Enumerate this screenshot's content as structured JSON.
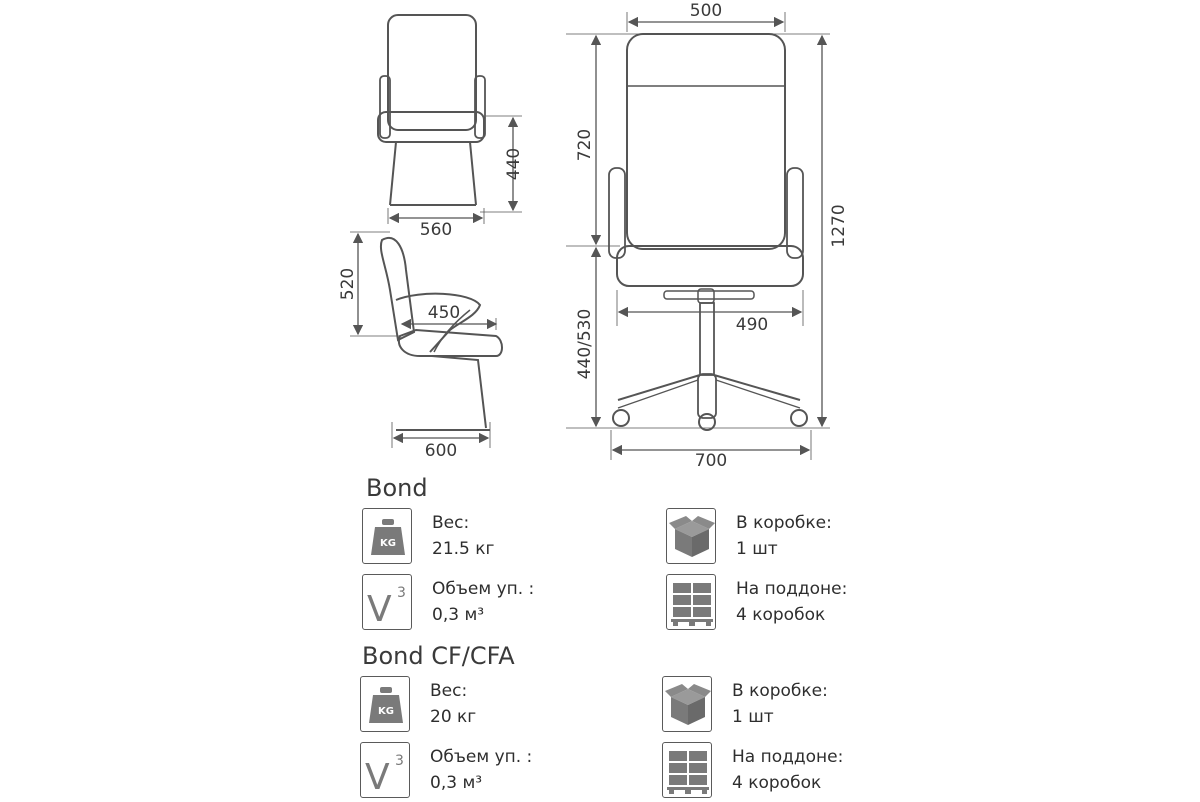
{
  "dimensions": {
    "front_small_height": "440",
    "front_small_width": "560",
    "side_back_height": "520",
    "side_armrest_depth": "450",
    "side_depth": "600",
    "big_top_width": "500",
    "big_back_height": "720",
    "big_total_height": "1270",
    "big_seat_height": "440/530",
    "big_seat_width": "490",
    "big_base_width": "700"
  },
  "products": [
    {
      "name": "Bond",
      "weight_label": "Вес:",
      "weight_value": "21.5 кг",
      "volume_label": "Объем уп. :",
      "volume_value": "0,3 м³",
      "box_label": "В коробке:",
      "box_value": "1 шт",
      "pallet_label": "На поддоне:",
      "pallet_value": "4 коробок"
    },
    {
      "name": "Bond CF/CFA",
      "weight_label": "Вес:",
      "weight_value": "20 кг",
      "volume_label": "Объем уп. :",
      "volume_value": "0,3 м³",
      "box_label": "В коробке:",
      "box_value": "1 шт",
      "pallet_label": "На поддоне:",
      "pallet_value": "4 коробок"
    }
  ],
  "icons": {
    "weight": "weight-kg-icon",
    "volume": "volume-v3-icon",
    "box": "box-icon",
    "pallet": "pallet-icon",
    "weight_badge": "KG",
    "volume_glyph": "V",
    "volume_exponent": "3"
  },
  "colors": {
    "line": "#555555",
    "text": "#3a3a3a"
  }
}
